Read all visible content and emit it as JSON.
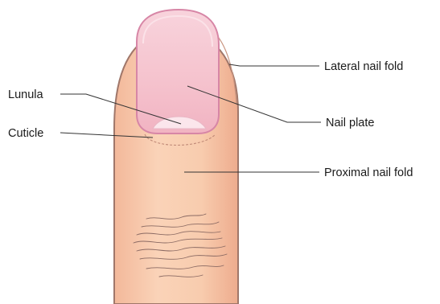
{
  "labels": {
    "lunula": "Lunula",
    "cuticle": "Cuticle",
    "lateral_nail_fold": "Lateral nail fold",
    "nail_plate": "Nail plate",
    "proximal_nail_fold": "Proximal nail fold"
  },
  "colors": {
    "skin": "#f6c6a6",
    "skin_outline": "#a0776a",
    "nail": "#f6c5cf",
    "nail_outline": "#d786a6",
    "lunula": "#fbe6ec",
    "leader_line": "#333333",
    "knuckle_creases": "#8b6a63"
  }
}
